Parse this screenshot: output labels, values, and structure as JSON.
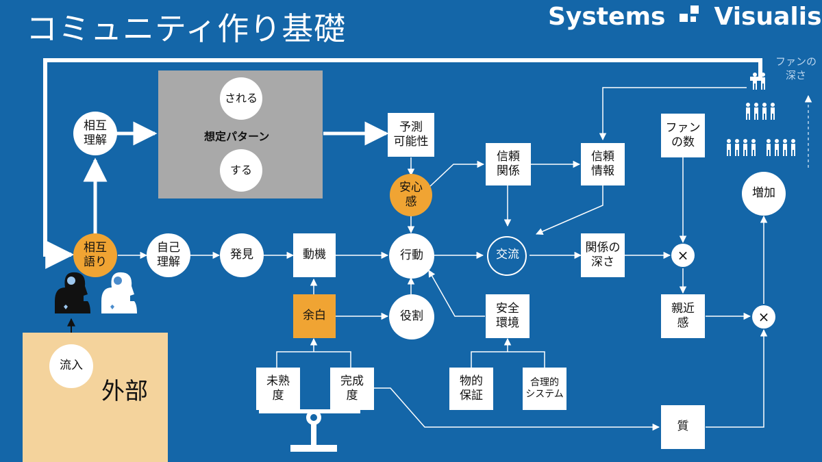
{
  "title": "コミュニティ作り基礎",
  "brand": {
    "left": "Systems",
    "right": "Visualism"
  },
  "side_note": "ファンの\n深さ",
  "panel": {
    "label": "想定パターン",
    "top_action": "される",
    "bottom_action": "する"
  },
  "outside": {
    "label": "外部",
    "inflow": "流入"
  },
  "nodes": {
    "mutual_understanding": "相互\n理解",
    "mutual_storytelling": "相互\n語り",
    "self_understanding": "自己\n理解",
    "discovery": "発見",
    "motivation": "動機",
    "predictability": "予測\n可能性",
    "reassurance": "安心\n感",
    "action": "行動",
    "role": "役割",
    "margin": "余白",
    "immaturity": "未熟\n度",
    "completeness": "完成\n度",
    "trust_relation": "信頼\n関係",
    "trust_info": "信頼\n情報",
    "exchange": "交流",
    "relation_depth": "関係の\n深さ",
    "safe_env": "安全\n環境",
    "physical_guarantee": "物的\n保証",
    "rational_system": "合理的\nシステム",
    "fan_count": "ファン\nの数",
    "familiarity": "親近\n感",
    "increase": "増加",
    "quality": "質"
  },
  "operators": {
    "multiply_top": "×",
    "multiply_bottom": "×"
  },
  "colors": {
    "background": "#1466a8",
    "orange": "#f0a433",
    "panel": "#a9a9a9",
    "outside": "#f4d39c",
    "white": "#ffffff"
  }
}
